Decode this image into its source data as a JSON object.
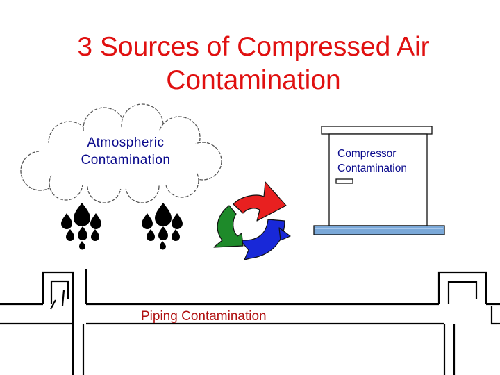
{
  "slide": {
    "title_line1": "3 Sources of Compressed Air",
    "title_line2": "Contamination"
  },
  "cloud": {
    "label_line1": "Atmospheric",
    "label_line2": "Contamination"
  },
  "compressor": {
    "label_line1": "Compressor",
    "label_line2": "Contamination"
  },
  "piping": {
    "label": "Piping Contamination"
  },
  "colors": {
    "title": "#e01010",
    "label_blue": "#0a0a8c",
    "label_red": "#b01010",
    "arrow_red": "#e82020",
    "arrow_green": "#1e8a2a",
    "arrow_blue": "#1828d8",
    "base_blue": "#7aa8d8"
  }
}
